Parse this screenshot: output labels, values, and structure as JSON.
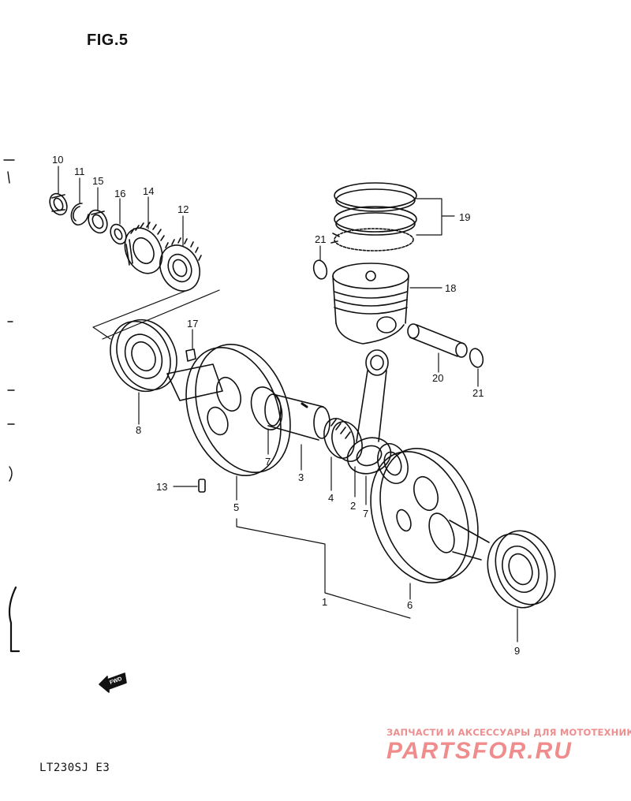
{
  "figure": {
    "title": "FIG.5",
    "model_code": "LT230SJ E3",
    "fwd_label": "FWD"
  },
  "watermark": {
    "tagline": "ЗАПЧАСТИ И АКСЕССУАРЫ ДЛЯ МОТОТЕХНИКИ",
    "logo_text": "PARTSFOR.RU"
  },
  "callouts": [
    {
      "id": "c10",
      "label": "10"
    },
    {
      "id": "c11",
      "label": "11"
    },
    {
      "id": "c15",
      "label": "15"
    },
    {
      "id": "c16",
      "label": "16"
    },
    {
      "id": "c14",
      "label": "14"
    },
    {
      "id": "c12",
      "label": "12"
    },
    {
      "id": "c17",
      "label": "17"
    },
    {
      "id": "c8",
      "label": "8"
    },
    {
      "id": "c13",
      "label": "13"
    },
    {
      "id": "c5",
      "label": "5"
    },
    {
      "id": "c7a",
      "label": "7"
    },
    {
      "id": "c3",
      "label": "3"
    },
    {
      "id": "c4",
      "label": "4"
    },
    {
      "id": "c2",
      "label": "2"
    },
    {
      "id": "c7b",
      "label": "7"
    },
    {
      "id": "c1",
      "label": "1"
    },
    {
      "id": "c6",
      "label": "6"
    },
    {
      "id": "c9",
      "label": "9"
    },
    {
      "id": "c21a",
      "label": "21"
    },
    {
      "id": "c19",
      "label": "19"
    },
    {
      "id": "c18",
      "label": "18"
    },
    {
      "id": "c20",
      "label": "20"
    },
    {
      "id": "c21b",
      "label": "21"
    }
  ]
}
